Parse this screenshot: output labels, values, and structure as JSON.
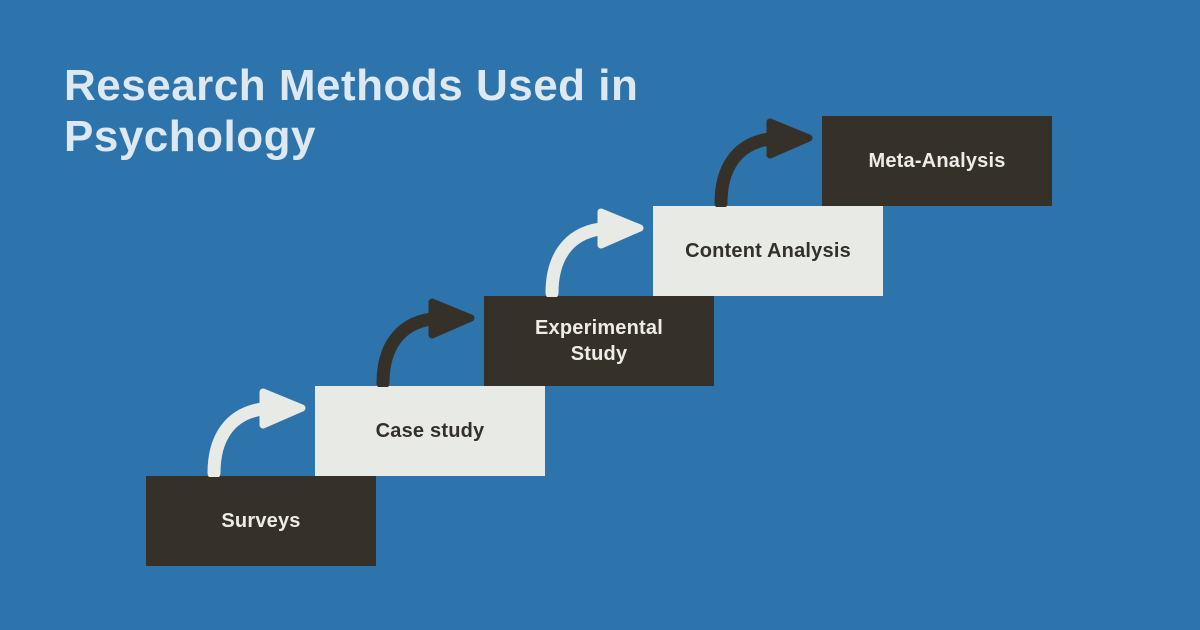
{
  "title": "Research Methods Used in Psychology",
  "colors": {
    "background": "#2d74ad",
    "dark_box": "#353129",
    "light_box": "#e8ebe5",
    "title_text": "#dde8f0",
    "light_text": "#edece6",
    "dark_text": "#33302b"
  },
  "steps": [
    {
      "label": "Surveys",
      "variant": "dark"
    },
    {
      "label": "Case study",
      "variant": "light"
    },
    {
      "label": "Experimental Study",
      "variant": "dark"
    },
    {
      "label": "Content Analysis",
      "variant": "light"
    },
    {
      "label": "Meta-Analysis",
      "variant": "dark"
    }
  ],
  "arrows": [
    {
      "from": "Surveys",
      "to": "Case study",
      "variant": "light"
    },
    {
      "from": "Case study",
      "to": "Experimental Study",
      "variant": "dark"
    },
    {
      "from": "Experimental Study",
      "to": "Content Analysis",
      "variant": "light"
    },
    {
      "from": "Content Analysis",
      "to": "Meta-Analysis",
      "variant": "dark"
    }
  ]
}
